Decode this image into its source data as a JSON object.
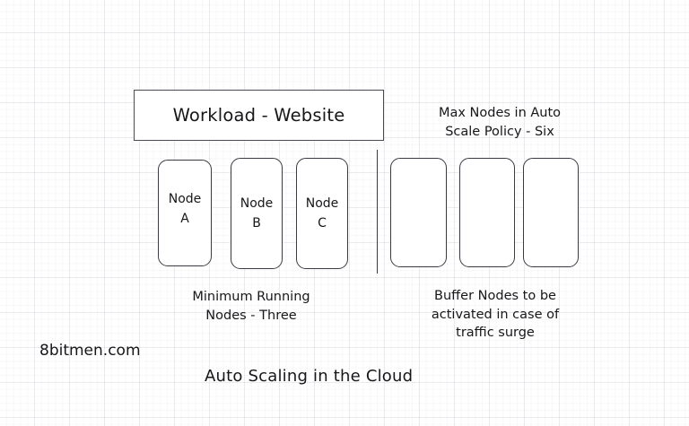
{
  "diagram": {
    "caption": "Auto Scaling in the Cloud",
    "watermark": "8bitmen.com",
    "workload": {
      "label": "Workload - Website"
    },
    "running_nodes": {
      "note": "Minimum Running\nNodes - Three",
      "nodes": [
        {
          "name": "Node",
          "id": "A"
        },
        {
          "name": "Node",
          "id": "B"
        },
        {
          "name": "Node",
          "id": "C"
        }
      ]
    },
    "buffer_nodes": {
      "max_note": "Max Nodes in Auto\nScale Policy - Six",
      "note": "Buffer Nodes to be\nactivated in case of\ntraffic surge",
      "boxes": [
        {
          "label": ""
        },
        {
          "label": ""
        },
        {
          "label": ""
        }
      ]
    },
    "colors": {
      "stroke": "#3a3a42",
      "text": "#17171a",
      "background": "#ffffff",
      "grid": "#a0a0af"
    }
  }
}
